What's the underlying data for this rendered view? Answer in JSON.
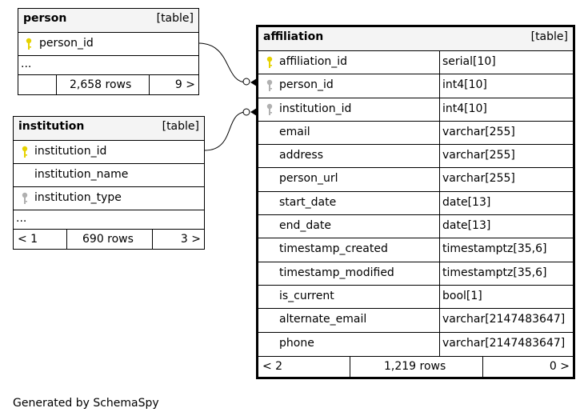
{
  "colors": {
    "primary_key": "#e6d200",
    "foreign_key": "#b0b0b0",
    "header_bg": "#f4f4f4"
  },
  "person": {
    "name": "person",
    "kind": "[table]",
    "columns": [
      "person_id"
    ],
    "ellipsis": "...",
    "footer": {
      "left": "",
      "rows": "2,658 rows",
      "right": "9 >"
    }
  },
  "institution": {
    "name": "institution",
    "kind": "[table]",
    "columns": [
      "institution_id",
      "institution_name",
      "institution_type"
    ],
    "ellipsis": "...",
    "footer": {
      "left": "< 1",
      "rows": "690 rows",
      "right": "3 >"
    }
  },
  "affiliation": {
    "name": "affiliation",
    "kind": "[table]",
    "columns": [
      {
        "name": "affiliation_id",
        "type": "serial[10]"
      },
      {
        "name": "person_id",
        "type": "int4[10]"
      },
      {
        "name": "institution_id",
        "type": "int4[10]"
      },
      {
        "name": "email",
        "type": "varchar[255]"
      },
      {
        "name": "address",
        "type": "varchar[255]"
      },
      {
        "name": "person_url",
        "type": "varchar[255]"
      },
      {
        "name": "start_date",
        "type": "date[13]"
      },
      {
        "name": "end_date",
        "type": "date[13]"
      },
      {
        "name": "timestamp_created",
        "type": "timestamptz[35,6]"
      },
      {
        "name": "timestamp_modified",
        "type": "timestamptz[35,6]"
      },
      {
        "name": "is_current",
        "type": "bool[1]"
      },
      {
        "name": "alternate_email",
        "type": "varchar[2147483647]"
      },
      {
        "name": "phone",
        "type": "varchar[2147483647]"
      }
    ],
    "footer": {
      "left": "< 2",
      "rows": "1,219 rows",
      "right": "0 >"
    }
  },
  "generated_by": "Generated by SchemaSpy"
}
